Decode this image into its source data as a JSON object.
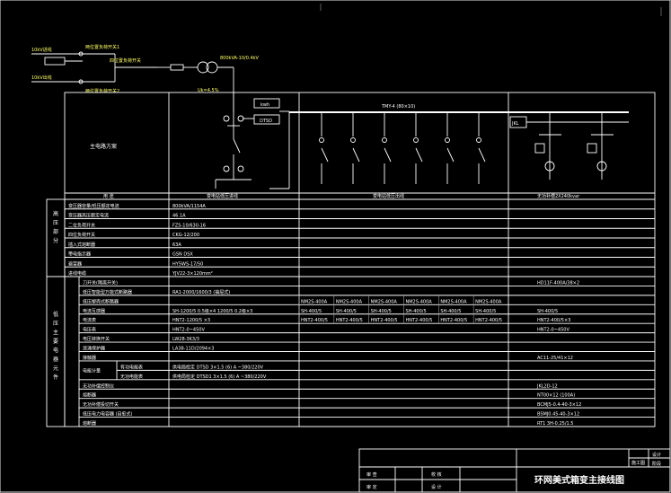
{
  "diagram": {
    "title_block": {
      "title": "环网美式箱变主接线图",
      "review_label": "审 查",
      "approve_label": "审 定",
      "check_label": "校 核",
      "design_label": "设 计",
      "stage_label": "施工图",
      "design2_label": "设计",
      "phase_label": "阶段"
    },
    "incoming": {
      "line1": "10kV进线",
      "line2": "10kV出线",
      "switch1": "两位置负荷开关1",
      "switch2": "两位置负荷开关2",
      "switch_main": "四位置负荷开关",
      "transformer": "800kVA-10/0.4kV",
      "uk": "Uk=4.5%",
      "meter_kwh": "kwh",
      "meter_dtsd": "DTSD",
      "busbar": "TMY-4 (80×10)",
      "capacitor_box": "JKL"
    },
    "table": {
      "main_circuit_label": "主电路方案",
      "header_purpose": "用 途",
      "header_col1": "变电站低压进线",
      "header_col2": "变电站低压出线",
      "header_col3": "无功补偿2X240kvar",
      "hv_group_label": "高压部分",
      "lv_group_label": "低压主要电器元件",
      "hv_rows": [
        {
          "name": "变压器容量/低压额定电流",
          "value": "800kVA/1154A"
        },
        {
          "name": "变压器高压额定电流",
          "value": "46.1A"
        },
        {
          "name": "二位负荷开关",
          "value": "FZS-10/630-16"
        },
        {
          "name": "四位负荷开关",
          "value": "CKG-12/200"
        },
        {
          "name": "插入式熔断器",
          "value": "63A"
        },
        {
          "name": "带电指示器",
          "value": "GSN DSX"
        },
        {
          "name": "避雷器",
          "value": "HY5WS-17/50"
        },
        {
          "name": "进线电缆",
          "value": "YJV22-3×120mm²"
        }
      ],
      "lv_rows": [
        {
          "name": "刀开关(隔离开关)",
          "col1": "",
          "col2": "",
          "col3": "HD11F-400A/38×2"
        },
        {
          "name": "低压智能型万能式断路器",
          "col1": "RA1-2000/1600/3 (抽屉式)",
          "col2": "",
          "col3": ""
        },
        {
          "name": "低压塑壳式断路器",
          "col1": "",
          "col2": "",
          "col3": ""
        },
        {
          "name": "电流互感器",
          "col1": "SH-1200/5 0.5级×4   1200/5 0.2级×3",
          "col2": "",
          "col3": "SH-400/5"
        },
        {
          "name": "电流表",
          "col1": "HNT2-1200/5 ×3",
          "col2": "",
          "col3": "HNT2-400/5×3"
        },
        {
          "name": "电压表",
          "col1": "HNT2-0~450V",
          "col2": "",
          "col3": "HNT2-0~450V"
        },
        {
          "name": "电压转换开关",
          "col1": "LW28-3K3/3",
          "col2": "",
          "col3": ""
        },
        {
          "name": "浪涌保护器",
          "col1": "LA38-11D/2094×3",
          "col2": "",
          "col3": ""
        },
        {
          "name": "接触器",
          "col1": "",
          "col2": "",
          "col3": "AC11-25/41×12"
        },
        {
          "name": "电能计量",
          "sub1": "有功电能表",
          "sub2": "无功电能表",
          "col1": "供电局检定 DTSD 3×1.5 (6) A ~380/220V",
          "col1b": "供电局检定 DTSD1 3×1.5 (6) A ~380/220V",
          "col2": "",
          "col3": ""
        },
        {
          "name": "无功补偿控制仪",
          "col1": "",
          "col2": "",
          "col3": "JKL2D-12"
        },
        {
          "name": "熔断器",
          "col1": "",
          "col2": "",
          "col3": "NT00×12 (100A)"
        },
        {
          "name": "无功补偿投切开关",
          "col1": "",
          "col2": "",
          "col3": "BCMJ5-0.4-40-3×12"
        },
        {
          "name": "低压电力电容器 (自愈式)",
          "col1": "",
          "col2": "",
          "col3": "BSMJ0.45-40-3×12"
        },
        {
          "name": "熔断器",
          "col1": "",
          "col2": "",
          "col3": "RT1 3H-0.25/1.5"
        }
      ],
      "outgoing_breakers": [
        "NM2S-400A",
        "NM2S-400A",
        "NM2S-400A",
        "NM2S-400A",
        "NM2S-400A",
        "NM2S-400A"
      ],
      "outgoing_ct": [
        "SH-400/5",
        "SH-400/5",
        "SH-400/5",
        "SH-400/5",
        "SH-400/5",
        "SH-400/5"
      ],
      "outgoing_am": [
        "HNT2-400/5",
        "HNT2-400/5",
        "HNT2-400/5",
        "HNT2-400/5",
        "HNT2-400/5",
        "HNT2-400/5"
      ]
    }
  }
}
